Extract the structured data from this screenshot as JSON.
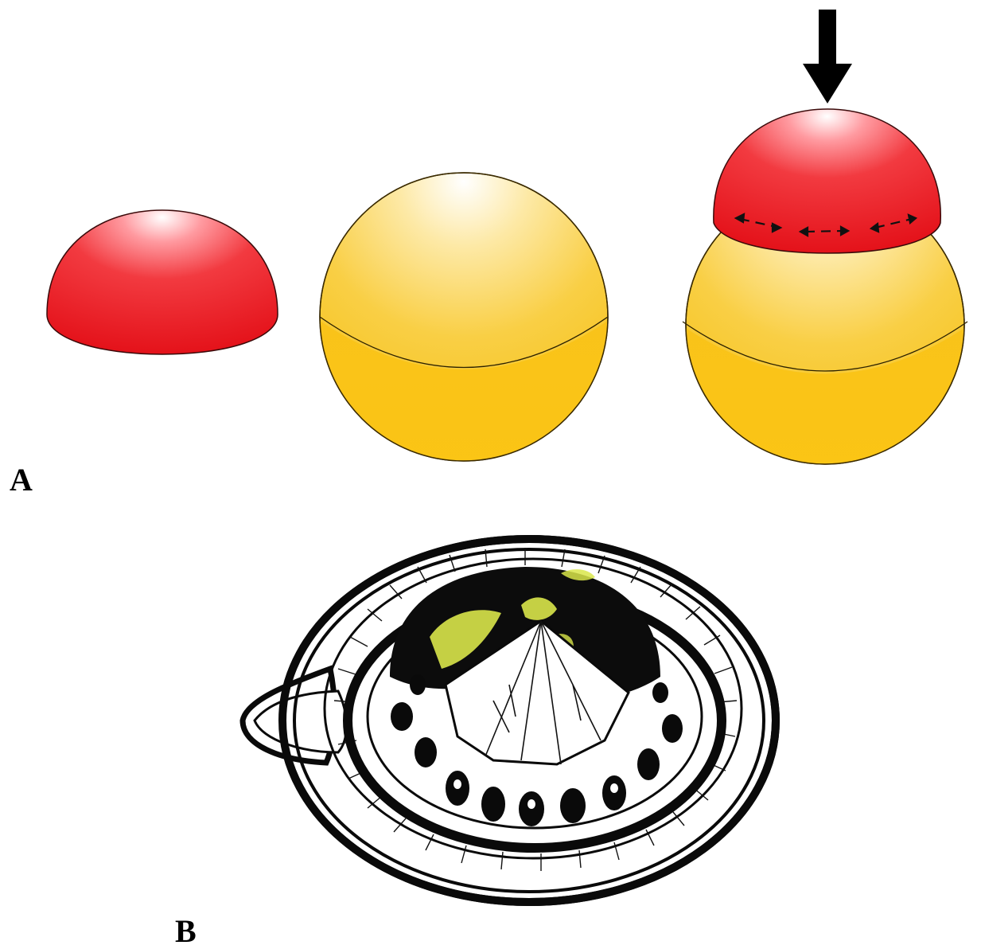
{
  "figure": {
    "panel_a": {
      "label": "A",
      "items": [
        {
          "name": "red-hemisphere",
          "color": "#e8141c"
        },
        {
          "name": "yellow-sphere",
          "color": "#f6c21a"
        },
        {
          "name": "red-cap-pressed-on-yellow-sphere",
          "colors": [
            "#e8141c",
            "#f6c21a"
          ]
        }
      ],
      "arrow_icon": "down-arrow-icon",
      "stretch_arrows_icon": "double-headed-arrow-icon"
    },
    "panel_b": {
      "label": "B",
      "illustration": "citrus-juicer-icon",
      "highlight_color": "#d9e64a"
    }
  }
}
